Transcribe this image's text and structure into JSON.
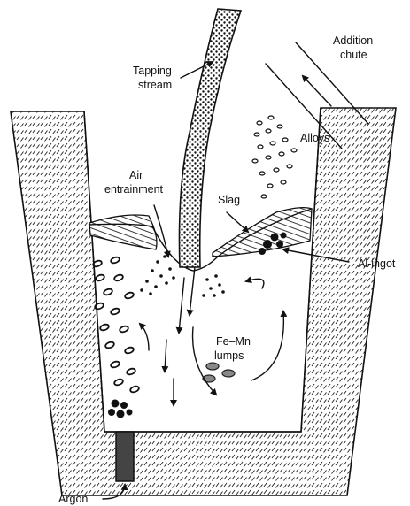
{
  "labels": {
    "tapping_stream_1": "Tapping",
    "tapping_stream_2": "stream",
    "addition_chute_1": "Addition",
    "addition_chute_2": "chute",
    "alloys": "Alloys",
    "air_entrainment_1": "Air",
    "air_entrainment_2": "entrainment",
    "slag": "Slag",
    "al_ingot": "Al-ingot",
    "fe_mn_1": "Fe–Mn",
    "fe_mn_2": "lumps",
    "argon": "Argon"
  },
  "colors": {
    "ink": "#111111",
    "refractory_fill": "#ffffff",
    "plug": "#444444",
    "background": "#ffffff"
  }
}
